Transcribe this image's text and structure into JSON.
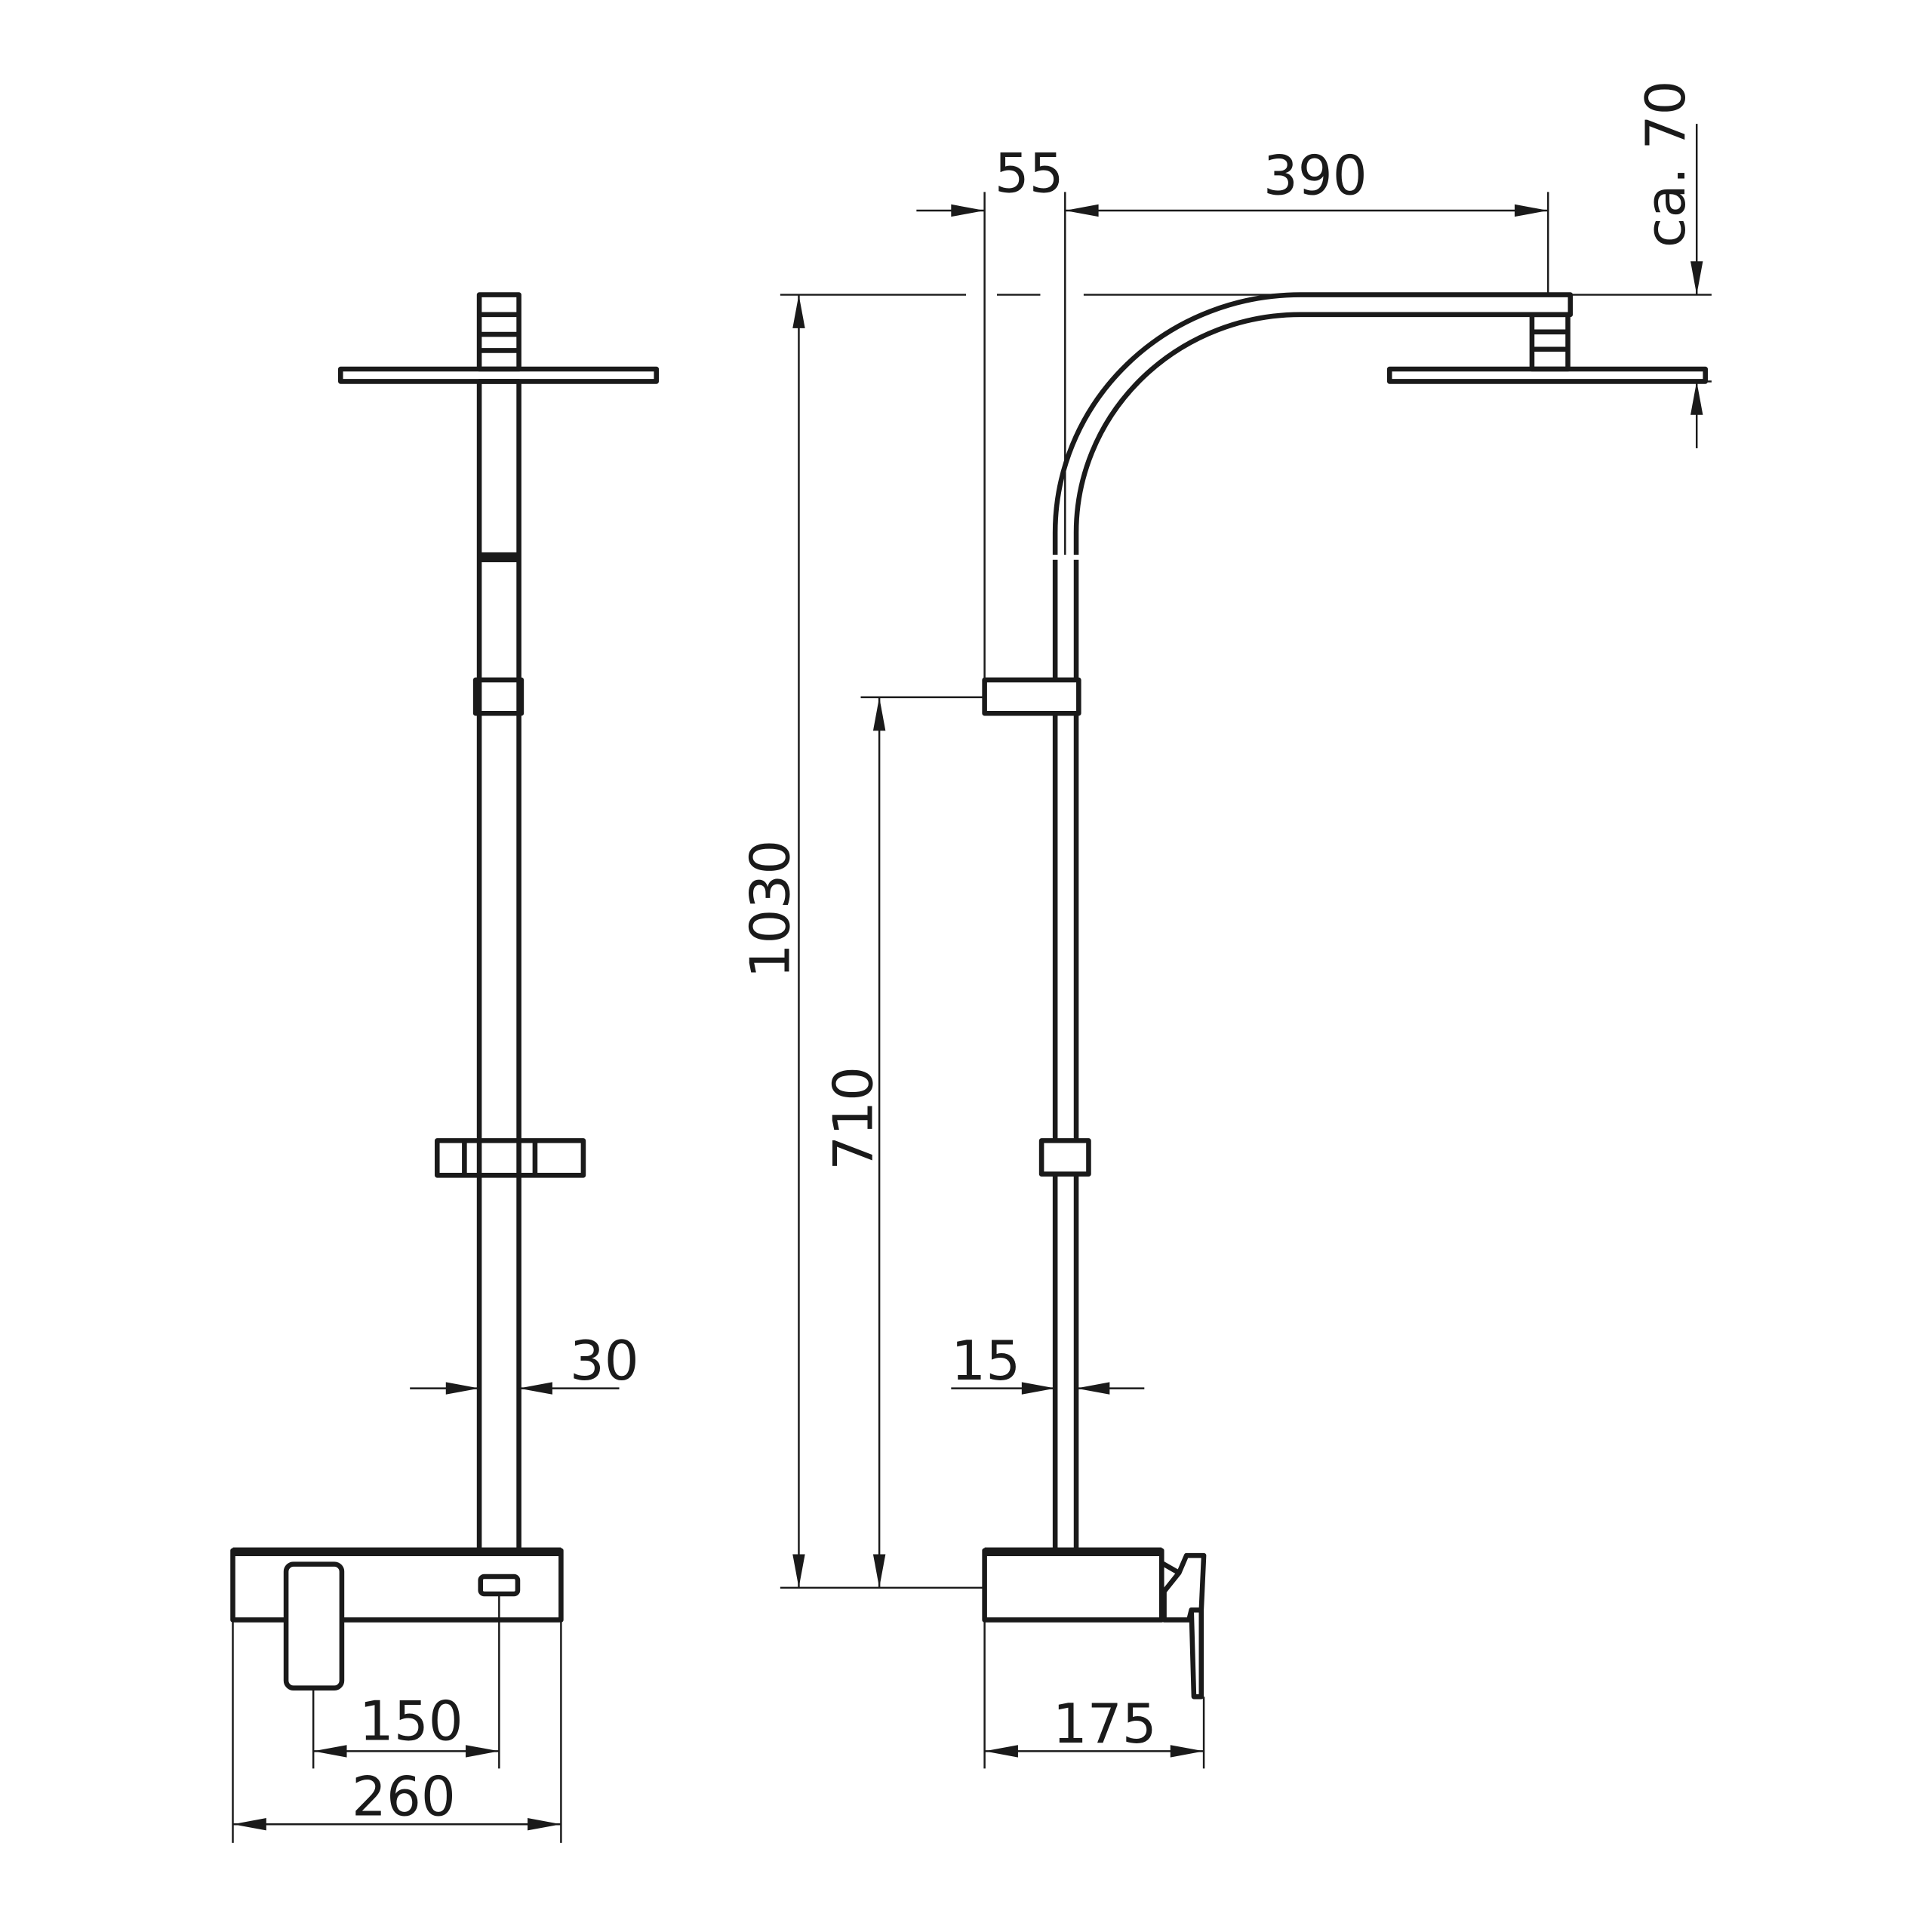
{
  "drawing": {
    "front_view": {
      "pipe_diameter": "30",
      "mixer_handle_to_button": "150",
      "mixer_width": "260"
    },
    "side_view": {
      "wall_offset": "55",
      "arm_projection": "390",
      "head_drop": "ca. 70",
      "total_height": "1030",
      "slider_height": "710",
      "slide_rail_diameter": "15",
      "mixer_depth": "175"
    },
    "colors": {
      "line": "#1a1a1a",
      "background": "#ffffff"
    }
  }
}
